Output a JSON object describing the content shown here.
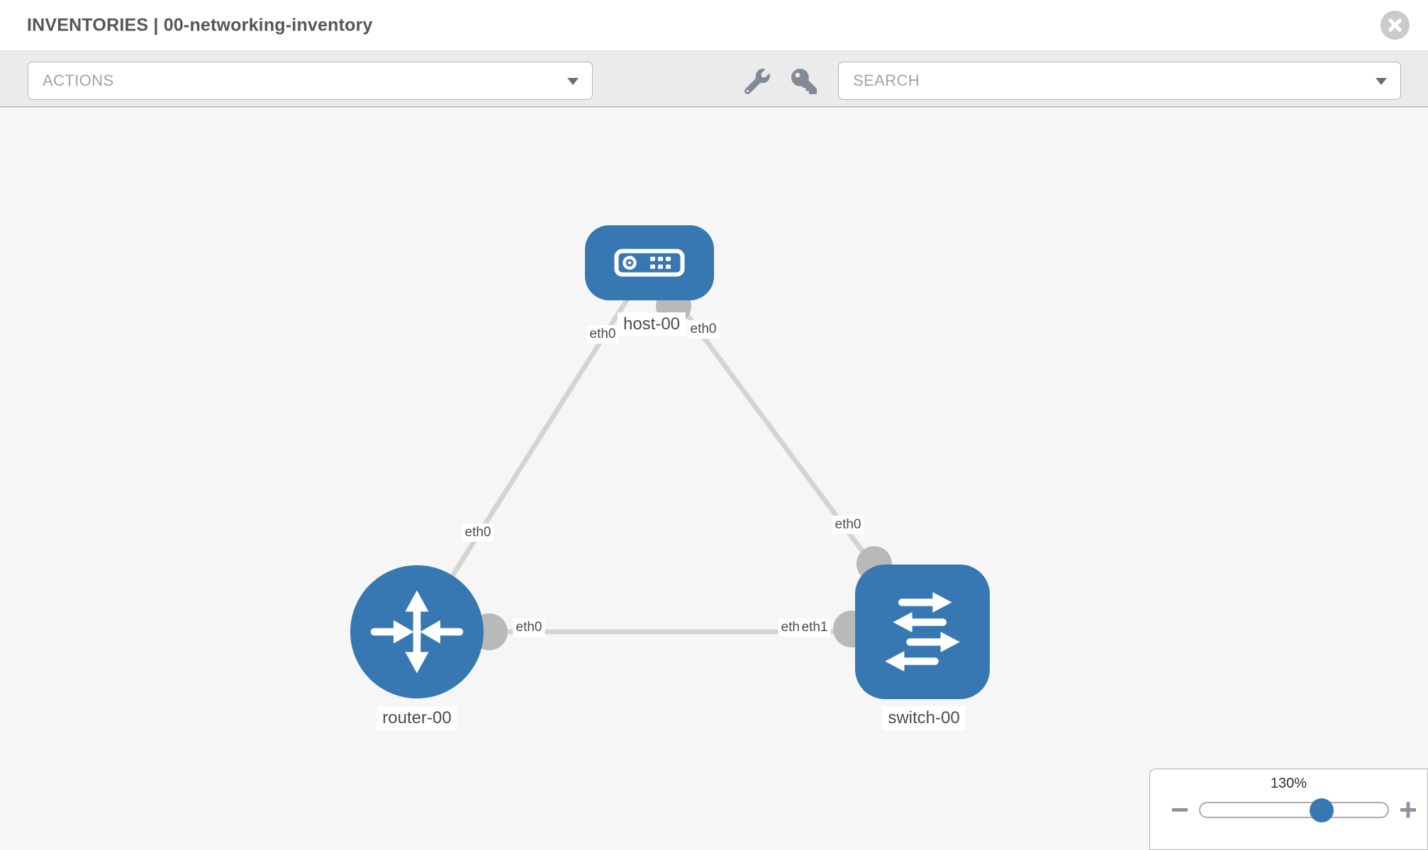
{
  "header": {
    "title": "INVENTORIES | 00-networking-inventory",
    "close_icon": "close-icon"
  },
  "toolbar": {
    "actions_dropdown": {
      "label": "ACTIONS",
      "caret_icon": "caret-down-icon"
    },
    "search_dropdown": {
      "label": "SEARCH",
      "caret_icon": "caret-down-icon"
    },
    "icons": [
      "wrench-icon",
      "key-icon"
    ]
  },
  "diagram": {
    "nodes": [
      {
        "id": "host-00",
        "type": "host",
        "label": "host-00"
      },
      {
        "id": "router-00",
        "type": "router",
        "label": "router-00"
      },
      {
        "id": "switch-00",
        "type": "switch",
        "label": "switch-00"
      }
    ],
    "links": [
      {
        "from": "host-00",
        "from_interface": "eth0",
        "to": "router-00",
        "to_interface": "eth0"
      },
      {
        "from": "host-00",
        "from_interface": "eth0",
        "to": "switch-00",
        "to_interface": "eth0"
      },
      {
        "from": "router-00",
        "from_interface": "eth0",
        "to": "switch-00",
        "to_interface": "eth1",
        "occluded_interface_label": "eth0"
      }
    ]
  },
  "zoom_control": {
    "value": "130%",
    "decrease_label": "−",
    "increase_label": "+"
  },
  "colors": {
    "node_fill": "#3778b3",
    "link_stroke": "#d4d4d4",
    "port_fill": "#b9b9b9",
    "canvas_bg": "#f6f6f6",
    "toolbar_bg": "#ebebeb"
  }
}
